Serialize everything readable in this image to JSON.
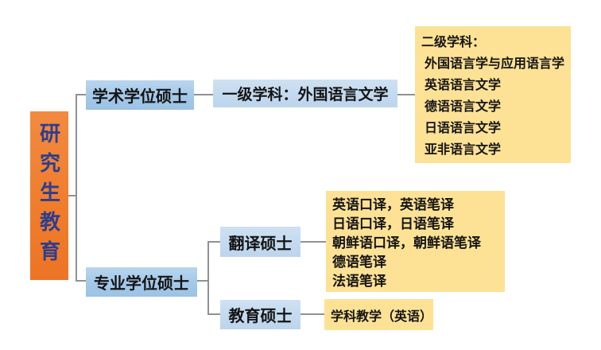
{
  "palette": {
    "root_orange": "#EF7C2C",
    "root_text_navy": "#2E3E8F",
    "branch_blue": "#9FC4E6",
    "sub_blue_light": "#BDD7EE",
    "leaf_yellow": "#FDE295",
    "connector_gray": "#8F9295",
    "node_text": "#141414"
  },
  "root": {
    "label": "研究生教育"
  },
  "branches": {
    "academic": {
      "label": "学术学位硕士"
    },
    "professional": {
      "label": "专业学位硕士"
    }
  },
  "academic_path": {
    "first_level": {
      "label": "一级学科：外国语言文学"
    },
    "second_level": {
      "heading": "二级学科：",
      "items": [
        "外国语言学与应用语言学",
        "英语语言文学",
        "德语语言文学",
        "日语语言文学",
        "亚非语言文学"
      ]
    }
  },
  "professional_path": {
    "translation": {
      "label": "翻译硕士",
      "programs": [
        "英语口译，英语笔译",
        "日语口译，日语笔译",
        "朝鲜语口译，朝鲜语笔译",
        "德语笔译",
        "法语笔译"
      ]
    },
    "education": {
      "label": "教育硕士",
      "programs": [
        "学科教学（英语）"
      ]
    }
  }
}
